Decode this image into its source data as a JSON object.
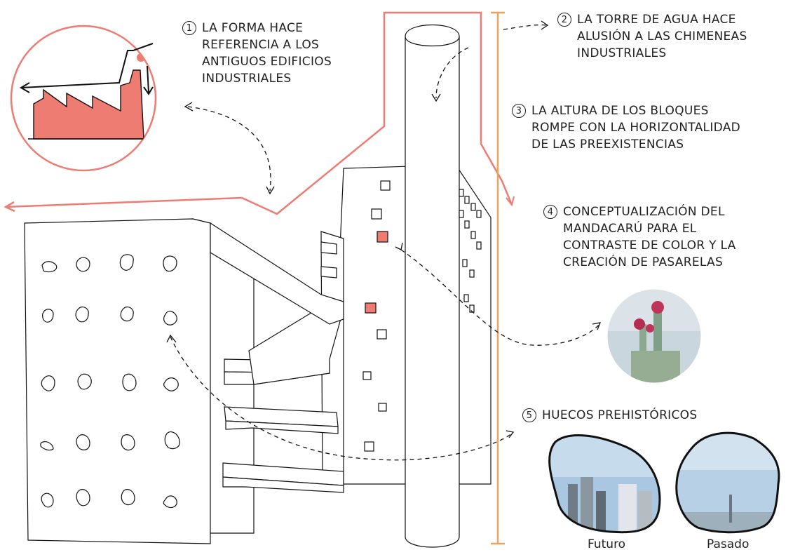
{
  "notes": [
    {
      "num": "1",
      "lines": [
        "LA FORMA HACE",
        "REFERENCIA A LOS",
        "ANTIGUOS EDIFICIOS",
        "INDUSTRIALES"
      ]
    },
    {
      "num": "2",
      "lines": [
        "LA TORRE DE AGUA HACE",
        "ALUSIÓN A LAS CHIMENEAS",
        "INDUSTRIALES"
      ]
    },
    {
      "num": "3",
      "lines": [
        "LA ALTURA DE LOS BLOQUES",
        "ROMPE CON LA HORIZONTALIDAD",
        "DE LAS PREEXISTENCIAS"
      ]
    },
    {
      "num": "4",
      "lines": [
        "CONCEPTUALIZACIÓN DEL",
        "MANDACARÚ PARA EL",
        "CONTRASTE DE COLOR Y LA",
        "CREACIÓN DE PASARELAS"
      ]
    },
    {
      "num": "5",
      "lines": [
        "HUECOS PREHISTÓRICOS"
      ]
    }
  ],
  "captions": {
    "futuro": "Futuro",
    "pasado": "Pasado"
  },
  "colors": {
    "accent": "#ef7c72",
    "height_bar": "#f0a15e",
    "ink": "#111111",
    "sky": "#a9c7e0"
  }
}
